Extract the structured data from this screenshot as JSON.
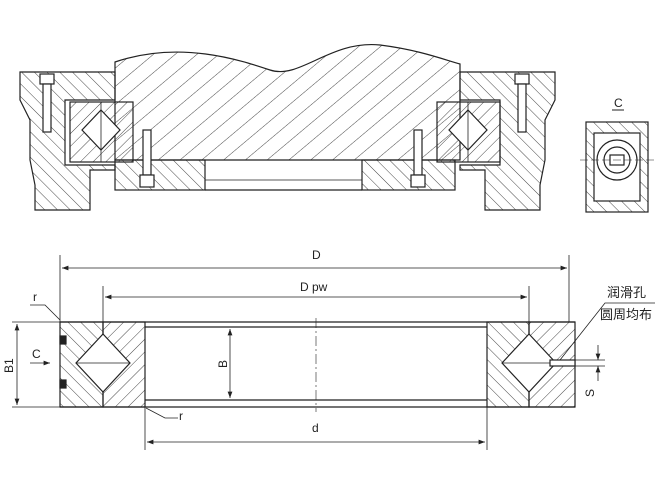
{
  "top_view": {
    "detail_label": "C"
  },
  "section_view": {
    "dim_D": "D",
    "dim_Dpw": "D pw",
    "dim_d": "d",
    "dim_B": "B",
    "dim_B1": "B1",
    "dim_C": "C",
    "dim_S": "S",
    "radius_outer": "r",
    "radius_inner": "r",
    "note_line1": "润滑孔",
    "note_line2": "圆周均布"
  },
  "colors": {
    "line": "#222222",
    "background": "#ffffff"
  }
}
